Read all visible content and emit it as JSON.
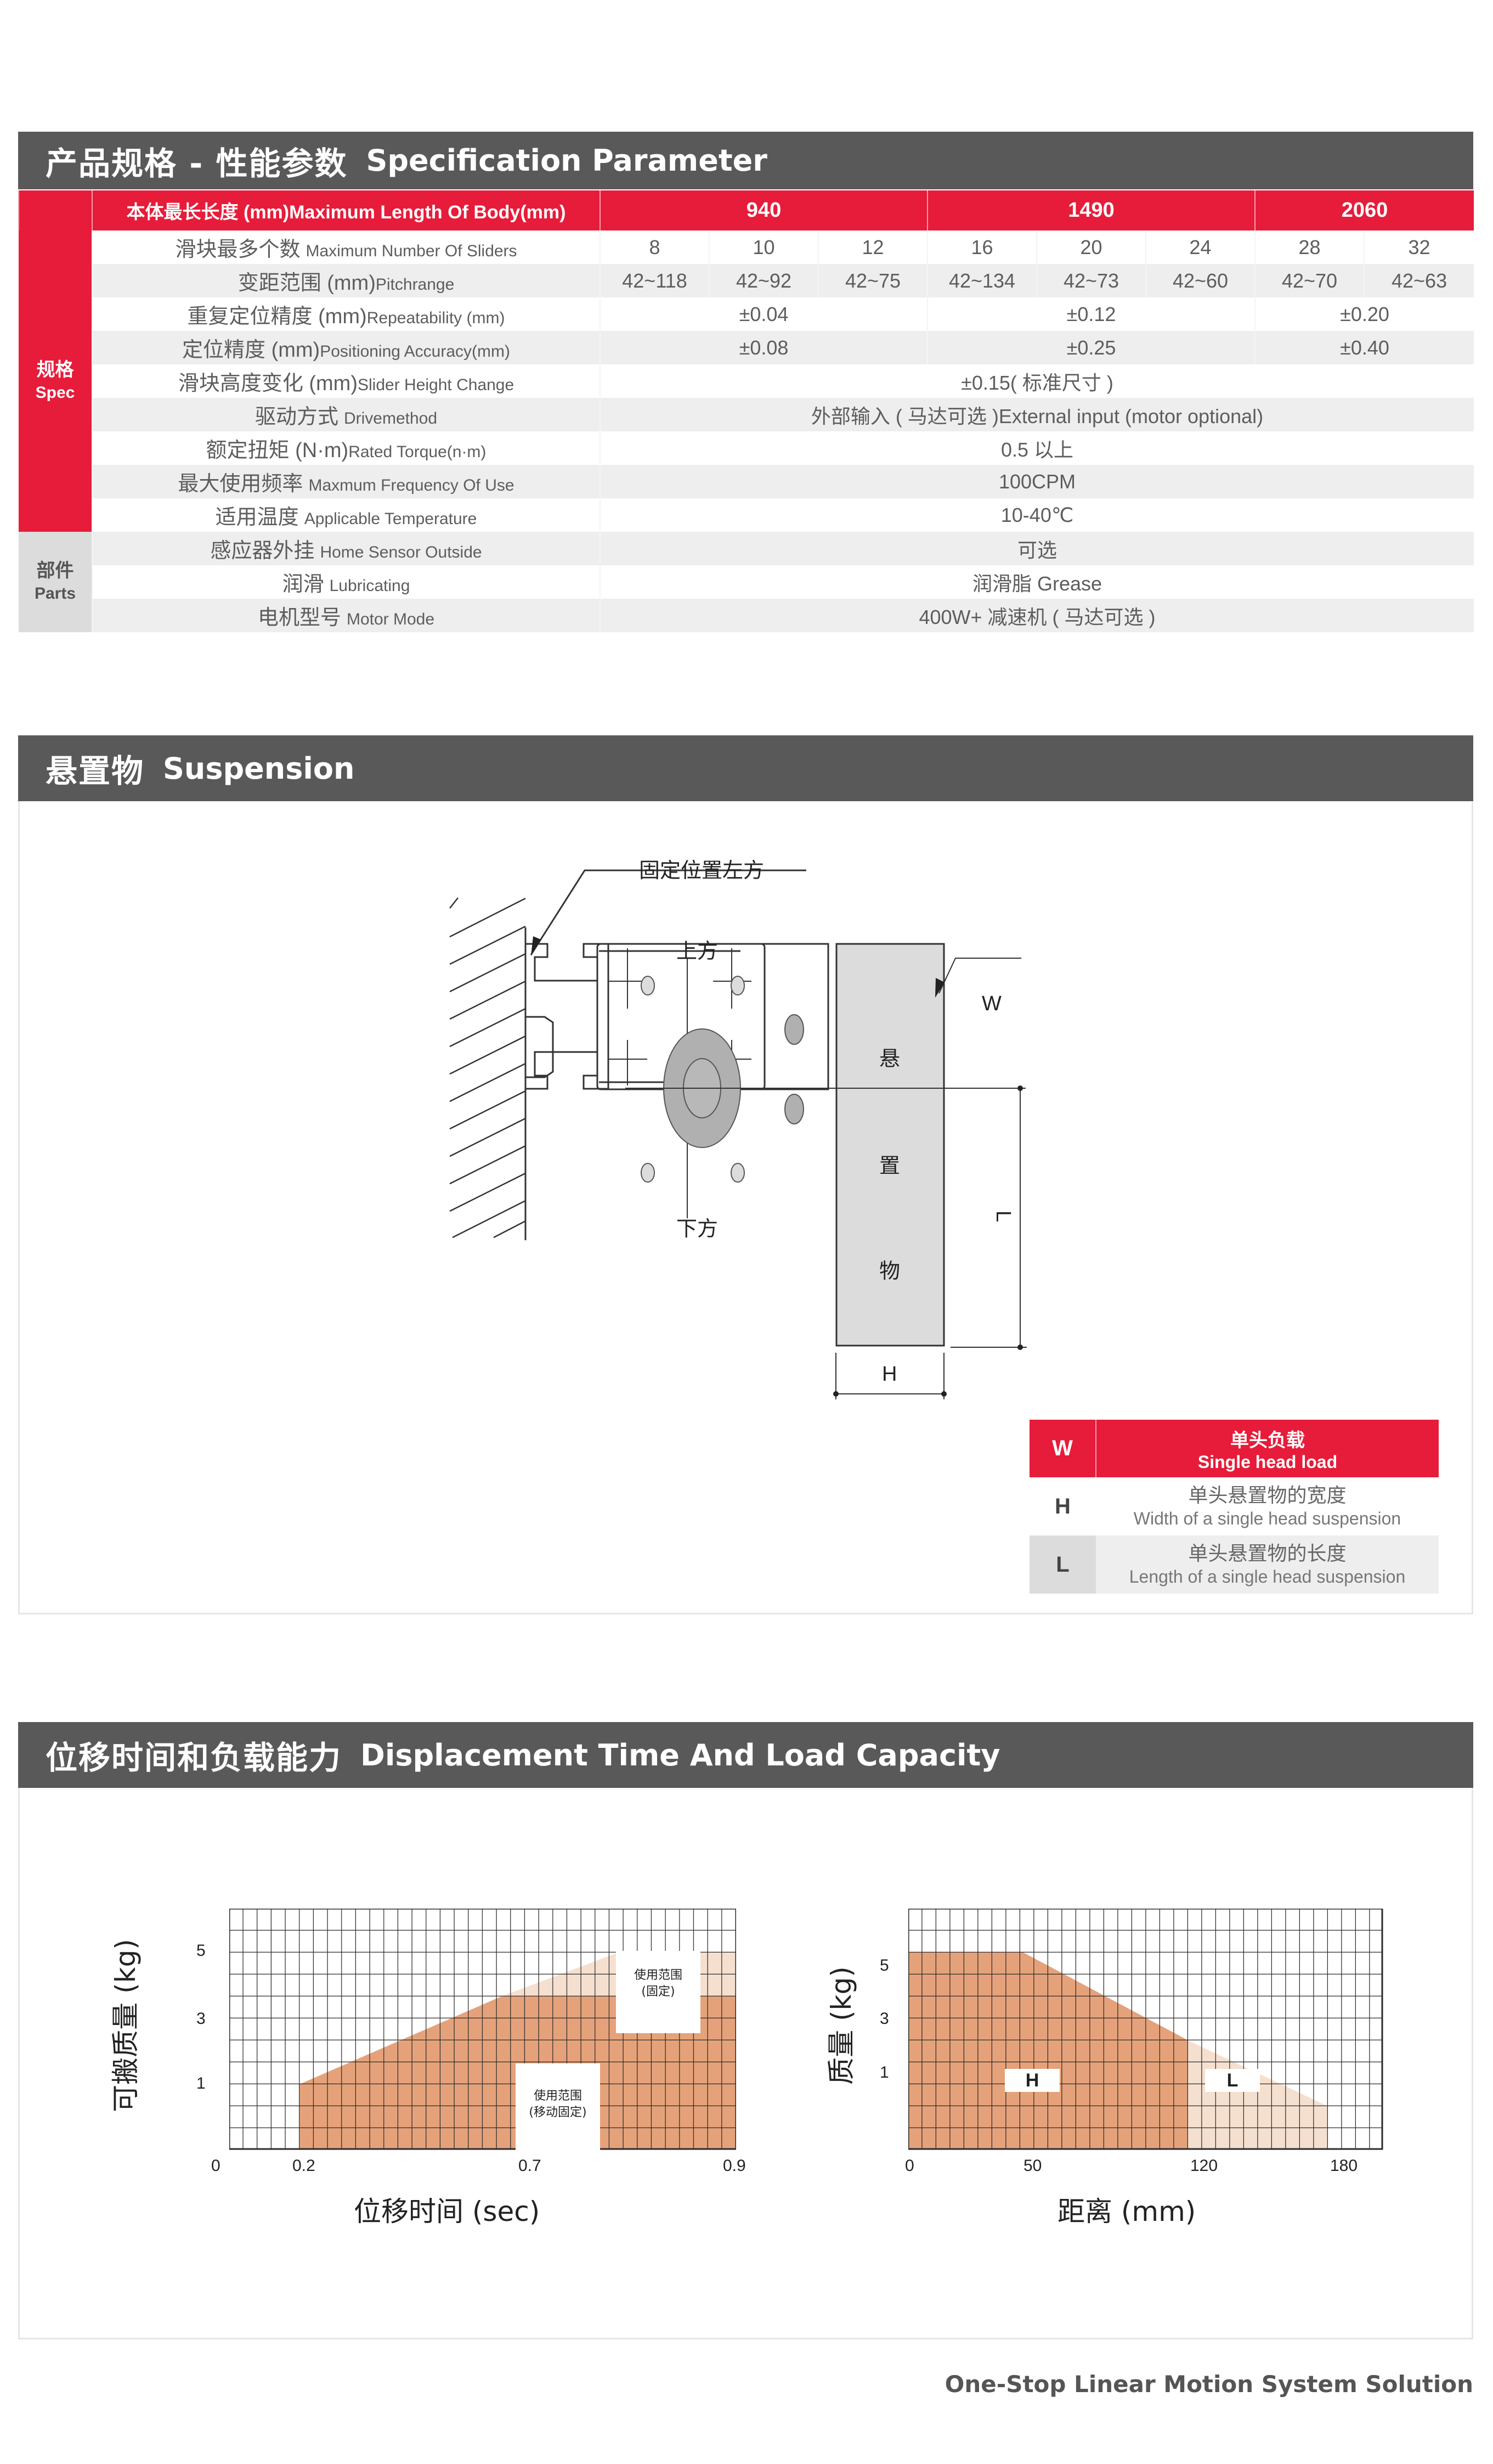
{
  "spec_section": {
    "title_zh": "产品规格 - 性能参数",
    "title_en": "Specification Parameter",
    "side_groups": [
      {
        "zh": "规格",
        "en": "Spec"
      },
      {
        "zh": "部件",
        "en": "Parts"
      }
    ],
    "header": {
      "label": "本体最长长度 (mm)Maximum Length Of Body(mm)",
      "lengths": [
        "940",
        "1490",
        "2060"
      ]
    },
    "rows": [
      {
        "label_zh": "滑块最多个数",
        "label_en": "Maximum Number Of Sliders",
        "values": [
          "8",
          "10",
          "12",
          "16",
          "20",
          "24",
          "28",
          "32"
        ]
      },
      {
        "label_zh": "变距范围 (mm)",
        "label_en": "Pitchrange",
        "values": [
          "42~118",
          "42~92",
          "42~75",
          "42~134",
          "42~73",
          "42~60",
          "42~70",
          "42~63"
        ]
      },
      {
        "label_zh": "重复定位精度 (mm)",
        "label_en": "Repeatability  (mm)",
        "values": [
          "±0.04",
          "±0.12",
          "±0.20"
        ]
      },
      {
        "label_zh": "定位精度 (mm)",
        "label_en": "Positioning Accuracy(mm)",
        "values": [
          "±0.08",
          "±0.25",
          "±0.40"
        ]
      },
      {
        "label_zh": "滑块高度变化 (mm)",
        "label_en": "Slider Height Change",
        "value": "±0.15( 标准尺寸 )"
      },
      {
        "label_zh": "驱动方式",
        "label_en": "Drivemethod",
        "value": "外部输入 ( 马达可选 )External input (motor optional)"
      },
      {
        "label_zh": "额定扭矩 (N·m)",
        "label_en": "Rated Torque(n·m)",
        "value": "0.5 以上"
      },
      {
        "label_zh": "最大使用频率",
        "label_en": "Maxmum Frequency Of Use",
        "value": "100CPM"
      },
      {
        "label_zh": "适用温度",
        "label_en": "Applicable Temperature",
        "value": "10-40℃"
      },
      {
        "label_zh": "感应器外挂",
        "label_en": "Home Sensor Outside",
        "value": "可选"
      },
      {
        "label_zh": "润滑",
        "label_en": "Lubricating",
        "value": "润滑脂 Grease"
      },
      {
        "label_zh": "电机型号",
        "label_en": "Motor Mode",
        "value": "400W+ 减速机 ( 马达可选 )"
      }
    ]
  },
  "suspension_section": {
    "title_zh": "悬置物",
    "title_en": "Suspension",
    "diagram": {
      "fixed_label": "固定位置左方",
      "top_label": "上方",
      "bottom_label": "下方",
      "object_chars": [
        "悬",
        "置",
        "物"
      ],
      "dim_w": "W",
      "dim_h": "H",
      "dim_l": "L"
    },
    "legend": [
      {
        "key": "W",
        "zh": "单头负载",
        "en": "Single head load"
      },
      {
        "key": "H",
        "zh": "单头悬置物的宽度",
        "en": "Width of a single head suspension"
      },
      {
        "key": "L",
        "zh": "单头悬置物的长度",
        "en": "Length of a single head suspension"
      }
    ]
  },
  "capacity_section": {
    "title_zh": "位移时间和负载能力",
    "title_en": "Displacement Time And Load Capacity"
  },
  "chart_data": [
    {
      "type": "area",
      "title": "",
      "xlabel": "位移时间 (sec)",
      "ylabel": "可搬质量 (kg)",
      "x_ticks": [
        "0",
        "0.2",
        "0.7",
        "0.9"
      ],
      "y_ticks": [
        "1",
        "3",
        "5"
      ],
      "grid": true,
      "series": [
        {
          "name": "使用范围 (移动固定)",
          "color": "#e5a27a",
          "points": [
            [
              0.2,
              1
            ],
            [
              0.5,
              3
            ],
            [
              0.9,
              3
            ]
          ],
          "fill_to_zero_from_x": 0.2
        },
        {
          "name": "使用范围 (固定)",
          "color": "#f5e0d0",
          "points": [
            [
              0.5,
              3
            ],
            [
              0.77,
              5
            ],
            [
              0.9,
              5
            ]
          ]
        }
      ],
      "annotations": [
        {
          "text": "使用范围\n(固定)",
          "at": [
            0.82,
            4.6
          ]
        },
        {
          "text": "使用范围\n(移动固定)",
          "at": [
            0.62,
            1.7
          ]
        }
      ]
    },
    {
      "type": "area",
      "title": "",
      "xlabel": "距离 (mm)",
      "ylabel": "质量 (kg)",
      "x_ticks": [
        "0",
        "50",
        "120",
        "180"
      ],
      "y_ticks": [
        "1",
        "3",
        "5"
      ],
      "grid": true,
      "series": [
        {
          "name": "H",
          "color": "#e5a27a",
          "points": [
            [
              0,
              5.5
            ],
            [
              40,
              5.5
            ],
            [
              120,
              3
            ],
            [
              120,
              0
            ]
          ]
        },
        {
          "name": "L",
          "color": "#f5e0d0",
          "points": [
            [
              120,
              3
            ],
            [
              180,
              1
            ],
            [
              180,
              0
            ],
            [
              120,
              0
            ]
          ]
        }
      ],
      "annotations": [
        {
          "text": "H",
          "at": [
            45,
            0.6
          ]
        },
        {
          "text": "L",
          "at": [
            152,
            0.6
          ]
        }
      ]
    }
  ],
  "chart_labels": {
    "left": {
      "ylabel": "可搬质量 (kg)",
      "xlabel": "位移时间 (sec)",
      "x_ticks": [
        "0",
        "0.2",
        "0.7",
        "0.9"
      ],
      "y_ticks": [
        "5",
        "3",
        "1"
      ],
      "note_fixed_1": "使用范围",
      "note_fixed_2": "(固定)",
      "note_moving_1": "使用范围",
      "note_moving_2": "(移动固定)"
    },
    "right": {
      "ylabel": "质量 (kg)",
      "xlabel": "距离 (mm)",
      "x_ticks": [
        "0",
        "50",
        "120",
        "180"
      ],
      "y_ticks": [
        "5",
        "3",
        "1"
      ],
      "note_h": "H",
      "note_l": "L"
    }
  },
  "footer": {
    "tagline": "One-Stop Linear Motion System Solution"
  },
  "colors": {
    "brand_red": "#e61c3a",
    "header_gray": "#5a595a",
    "chart_dark_fill": "#e5a27a",
    "chart_light_fill": "#f5e0d0",
    "diagram_object": "#dcdcdc"
  }
}
